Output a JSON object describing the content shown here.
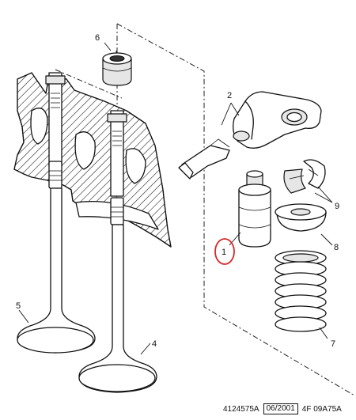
{
  "callouts": {
    "c1": "1",
    "c2": "2",
    "c4": "4",
    "c5": "5",
    "c6": "6",
    "c7": "7",
    "c8": "8",
    "c9": "9"
  },
  "footer": {
    "ref_number": "4124575A",
    "date": "06/2001",
    "code": "4F 09A75A"
  },
  "colors": {
    "highlight": "#d62828",
    "line": "#111111"
  }
}
